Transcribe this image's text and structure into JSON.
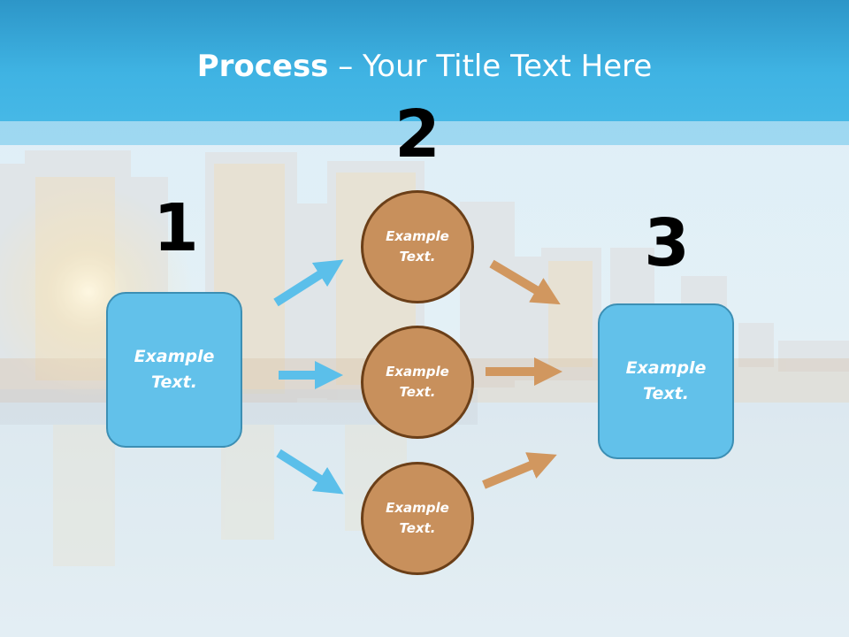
{
  "slide": {
    "title_bold": "Process",
    "title_rest": " – Your Title Text Here"
  },
  "steps": [
    {
      "number": "1"
    },
    {
      "number": "2"
    },
    {
      "number": "3"
    }
  ],
  "boxes": {
    "left": {
      "line1": "Example",
      "line2": "Text."
    },
    "right": {
      "line1": "Example",
      "line2": "Text."
    }
  },
  "circles": [
    {
      "line1": "Example",
      "line2": "Text."
    },
    {
      "line1": "Example",
      "line2": "Text."
    },
    {
      "line1": "Example",
      "line2": "Text."
    }
  ],
  "colors": {
    "header": "#3fb3e3",
    "box_fill": "#62c1ea",
    "circle_fill": "#c8905c",
    "blue_arrow": "#5bbfea",
    "orange_arrow": "#d1975f"
  }
}
